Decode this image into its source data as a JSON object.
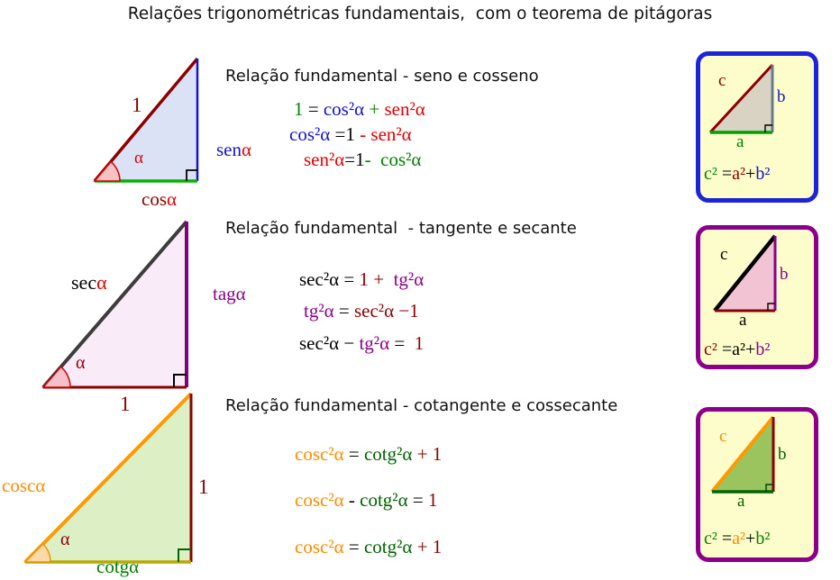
{
  "title": "Relações trigonométricas fundamentais,  com o teorema de pitágoras",
  "palette": {
    "red": "#E10000",
    "dark_red": "#8B0000",
    "blue": "#1414C8",
    "green": "#008000",
    "bright_green": "#00B400",
    "dark_green": "#006400",
    "purple": "#8B008B",
    "orange": "#FF8C00",
    "olive": "#B8A800",
    "black": "#000000",
    "box_background": "#FDFDCB",
    "box1_border": "#1D24D8",
    "box2_border": "#8B008B",
    "box3_border": "#8B008B",
    "triangle1_fill": "#DCE2F5",
    "triangle2_fill": "#F9EBF7",
    "triangle3_fill": "#DDEFC4"
  },
  "sections": [
    {
      "heading": "Relação fundamental - seno e cosseno",
      "triangle": {
        "hyp_label": [
          {
            "t": "1",
            "c": "#8B0000"
          }
        ],
        "angle_label": [
          {
            "t": "α",
            "c": "#E10000"
          }
        ],
        "right_label": [
          {
            "t": "sen",
            "c": "#1414C8"
          },
          {
            "t": "α",
            "c": "#E10000"
          }
        ],
        "bottom_label": [
          {
            "t": "cos",
            "c": "#8B0000"
          },
          {
            "t": "α",
            "c": "#E10000"
          }
        ]
      },
      "formulas": [
        [
          {
            "t": "1 ",
            "c": "#008000"
          },
          {
            "t": "= ",
            "c": "#000000"
          },
          {
            "t": "cos²α",
            "c": "#1414C8"
          },
          {
            "t": " + ",
            "c": "#008000"
          },
          {
            "t": "sen²α",
            "c": "#E10000"
          }
        ],
        [
          {
            "t": "cos²α",
            "c": "#1414C8"
          },
          {
            "t": " =1 ",
            "c": "#000000"
          },
          {
            "t": "- ",
            "c": "#E10000"
          },
          {
            "t": "sen²α",
            "c": "#E10000"
          }
        ],
        [
          {
            "t": "sen²α",
            "c": "#E10000"
          },
          {
            "t": "=1",
            "c": "#000000"
          },
          {
            "t": "- ",
            "c": "#008000"
          },
          {
            "t": " cos²α",
            "c": "#008000"
          }
        ]
      ],
      "box": {
        "c_label": [
          {
            "t": "c",
            "c": "#8B0000"
          }
        ],
        "b_label": [
          {
            "t": "b",
            "c": "#1414C8"
          }
        ],
        "a_label": [
          {
            "t": "a",
            "c": "#008000"
          }
        ],
        "equation": [
          {
            "t": "c² ",
            "c": "#008000"
          },
          {
            "t": "=",
            "c": "#000000"
          },
          {
            "t": "a²",
            "c": "#8B0000"
          },
          {
            "t": "+",
            "c": "#000000"
          },
          {
            "t": "b²",
            "c": "#1414C8"
          }
        ]
      }
    },
    {
      "heading": "Relação fundamental  - tangente e secante",
      "triangle": {
        "hyp_label": [
          {
            "t": "sec",
            "c": "#000000"
          },
          {
            "t": "α",
            "c": "#E10000"
          }
        ],
        "angle_label": [
          {
            "t": "α",
            "c": "#8B0000"
          }
        ],
        "right_label": [
          {
            "t": "tagα",
            "c": "#8B008B"
          }
        ],
        "bottom_label": [
          {
            "t": "1",
            "c": "#8B0000"
          }
        ]
      },
      "formulas": [
        [
          {
            "t": "sec²α ",
            "c": "#000000"
          },
          {
            "t": "= ",
            "c": "#000000"
          },
          {
            "t": "1 ",
            "c": "#8B0000"
          },
          {
            "t": "+  ",
            "c": "#8B0000"
          },
          {
            "t": "tg²α",
            "c": "#8B008B"
          }
        ],
        [
          {
            "t": "tg²α ",
            "c": "#8B008B"
          },
          {
            "t": "= ",
            "c": "#000000"
          },
          {
            "t": "sec²α ",
            "c": "#8B0000"
          },
          {
            "t": "−1",
            "c": "#8B0000"
          }
        ],
        [
          {
            "t": "sec²α ",
            "c": "#000000"
          },
          {
            "t": "− ",
            "c": "#000000"
          },
          {
            "t": "tg²α ",
            "c": "#8B008B"
          },
          {
            "t": "=  ",
            "c": "#000000"
          },
          {
            "t": "1",
            "c": "#8B0000"
          }
        ]
      ],
      "box": {
        "c_label": [
          {
            "t": "c",
            "c": "#000000"
          }
        ],
        "b_label": [
          {
            "t": "b",
            "c": "#8B008B"
          }
        ],
        "a_label": [
          {
            "t": "a",
            "c": "#000000"
          }
        ],
        "equation": [
          {
            "t": "c² ",
            "c": "#8B0000"
          },
          {
            "t": "=",
            "c": "#000000"
          },
          {
            "t": "a²",
            "c": "#000000"
          },
          {
            "t": "+",
            "c": "#000000"
          },
          {
            "t": "b²",
            "c": "#8B008B"
          }
        ]
      }
    },
    {
      "heading": "Relação fundamental - cotangente e cossecante",
      "triangle": {
        "hyp_label": [
          {
            "t": "coscα",
            "c": "#FF8C00"
          }
        ],
        "angle_label": [
          {
            "t": "α",
            "c": "#8B0000"
          }
        ],
        "right_label": [
          {
            "t": "1",
            "c": "#8B0000"
          }
        ],
        "bottom_label": [
          {
            "t": "cotgα",
            "c": "#008000"
          }
        ]
      },
      "formulas": [
        [
          {
            "t": "cosc²α ",
            "c": "#FF8C00"
          },
          {
            "t": "= ",
            "c": "#000000"
          },
          {
            "t": "cotg²α",
            "c": "#006400"
          },
          {
            "t": " + ",
            "c": "#8B0000"
          },
          {
            "t": "1",
            "c": "#8B0000"
          }
        ],
        [
          {
            "t": "cosc²α ",
            "c": "#FF8C00"
          },
          {
            "t": "- ",
            "c": "#000000"
          },
          {
            "t": "cotg²α",
            "c": "#006400"
          },
          {
            "t": " = ",
            "c": "#000000"
          },
          {
            "t": "1",
            "c": "#8B0000"
          }
        ],
        [
          {
            "t": "cosc²α ",
            "c": "#FF8C00"
          },
          {
            "t": "= ",
            "c": "#000000"
          },
          {
            "t": "cotg²α",
            "c": "#006400"
          },
          {
            "t": " + ",
            "c": "#8B0000"
          },
          {
            "t": "1",
            "c": "#8B0000"
          }
        ]
      ],
      "box": {
        "c_label": [
          {
            "t": "c",
            "c": "#FF8C00"
          }
        ],
        "b_label": [
          {
            "t": "b",
            "c": "#006400"
          }
        ],
        "a_label": [
          {
            "t": "a",
            "c": "#006400"
          }
        ],
        "equation": [
          {
            "t": "c² ",
            "c": "#008000"
          },
          {
            "t": "=",
            "c": "#000000"
          },
          {
            "t": "a²",
            "c": "#FF8C00"
          },
          {
            "t": "+",
            "c": "#000000"
          },
          {
            "t": "b²",
            "c": "#008000"
          }
        ]
      }
    }
  ]
}
